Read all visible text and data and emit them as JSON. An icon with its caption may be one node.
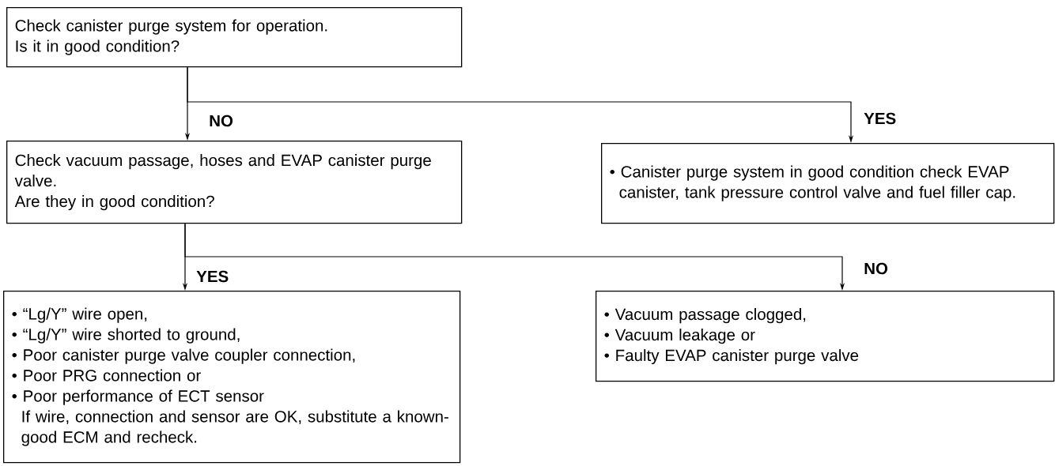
{
  "diagram": {
    "nodes": [
      {
        "text": [
          "Check canister purge system for operation.",
          "Is it in good condition?"
        ]
      },
      {
        "text": [
          "Check vacuum passage, hoses and EVAP canister purge valve.",
          "Are they in good condition?"
        ]
      },
      {
        "text": [
          "• Canister purge system in good condition check EVAP canister, tank pressure control valve and fuel filler cap."
        ]
      },
      {
        "text": [
          "• “Lg/Y” wire open,",
          "• “Lg/Y” wire shorted to ground,",
          "• Poor canister purge valve coupler connection,",
          "• Poor PRG connection or",
          "• Poor performance of ECT sensor",
          "If wire, connection and sensor are OK, substitute a known-good ECM and recheck."
        ]
      },
      {
        "text": [
          "• Vacuum passage clogged,",
          "• Vacuum leakage or",
          "• Faulty EVAP canister purge valve"
        ]
      }
    ],
    "edges": [
      {
        "from": 0,
        "to": 1,
        "arrow": "to",
        "label": "NO"
      },
      {
        "from": 0,
        "to": 2,
        "arrow": "to",
        "label": "YES"
      },
      {
        "from": 1,
        "to": 3,
        "arrow": "to",
        "label": "YES"
      },
      {
        "from": 1,
        "to": 4,
        "arrow": "to",
        "label": "NO"
      }
    ]
  }
}
